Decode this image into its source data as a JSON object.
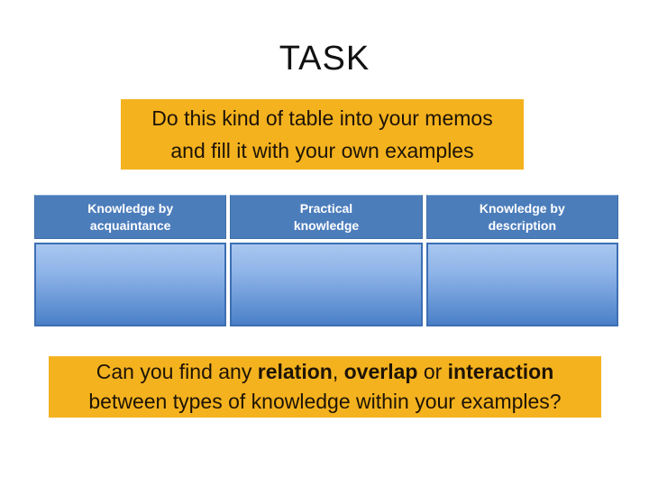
{
  "slide": {
    "title": "TASK",
    "instruction_box": {
      "line1": "Do this kind of table into your memos",
      "line2": "and fill it with your own examples"
    },
    "table": {
      "headers": [
        {
          "line1": "Knowledge by",
          "line2": "acquaintance"
        },
        {
          "line1": "Practical",
          "line2": "knowledge"
        },
        {
          "line1": "Knowledge by",
          "line2": "description"
        }
      ],
      "body_cells": [
        "",
        "",
        ""
      ]
    },
    "question_box": {
      "line1_segments": [
        {
          "text": "Can you find any ",
          "bold": false
        },
        {
          "text": "relation",
          "bold": true
        },
        {
          "text": ", ",
          "bold": false
        },
        {
          "text": "overlap",
          "bold": true
        },
        {
          "text": " or ",
          "bold": false
        },
        {
          "text": "interaction",
          "bold": true
        }
      ],
      "line2": "between types of knowledge within your examples?"
    },
    "colors": {
      "accent_amber": "#F4B21E",
      "header_blue": "#4C7DBB",
      "body_gradient_top": "#A8C7F0",
      "body_gradient_bottom": "#4A80C8",
      "table_border": "#3D6FB3",
      "header_text": "#FFFFFF",
      "box_text": "#1E1406",
      "title_text": "#111111"
    }
  }
}
